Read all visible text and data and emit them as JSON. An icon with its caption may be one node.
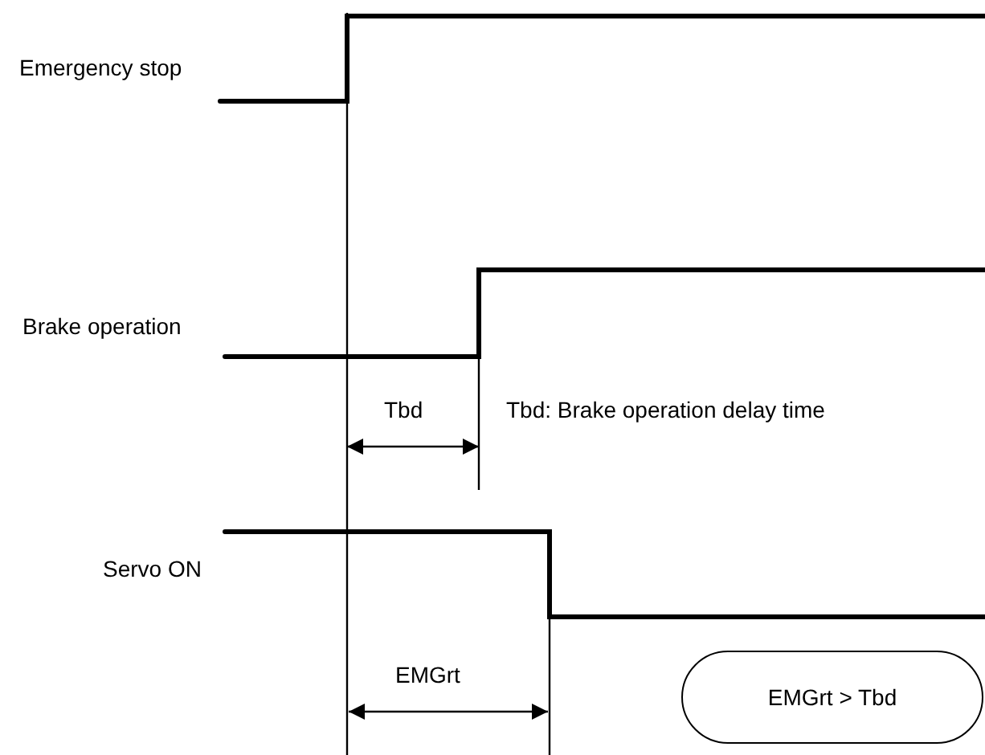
{
  "diagram": {
    "nodes": [
      {
        "text": [
          "EMGrt > Tbd"
        ]
      }
    ],
    "labels": [
      "Emergency stop",
      "Brake operation",
      "Tbd",
      "Tbd: Brake operation delay time",
      "Servo ON",
      "EMGrt"
    ]
  }
}
